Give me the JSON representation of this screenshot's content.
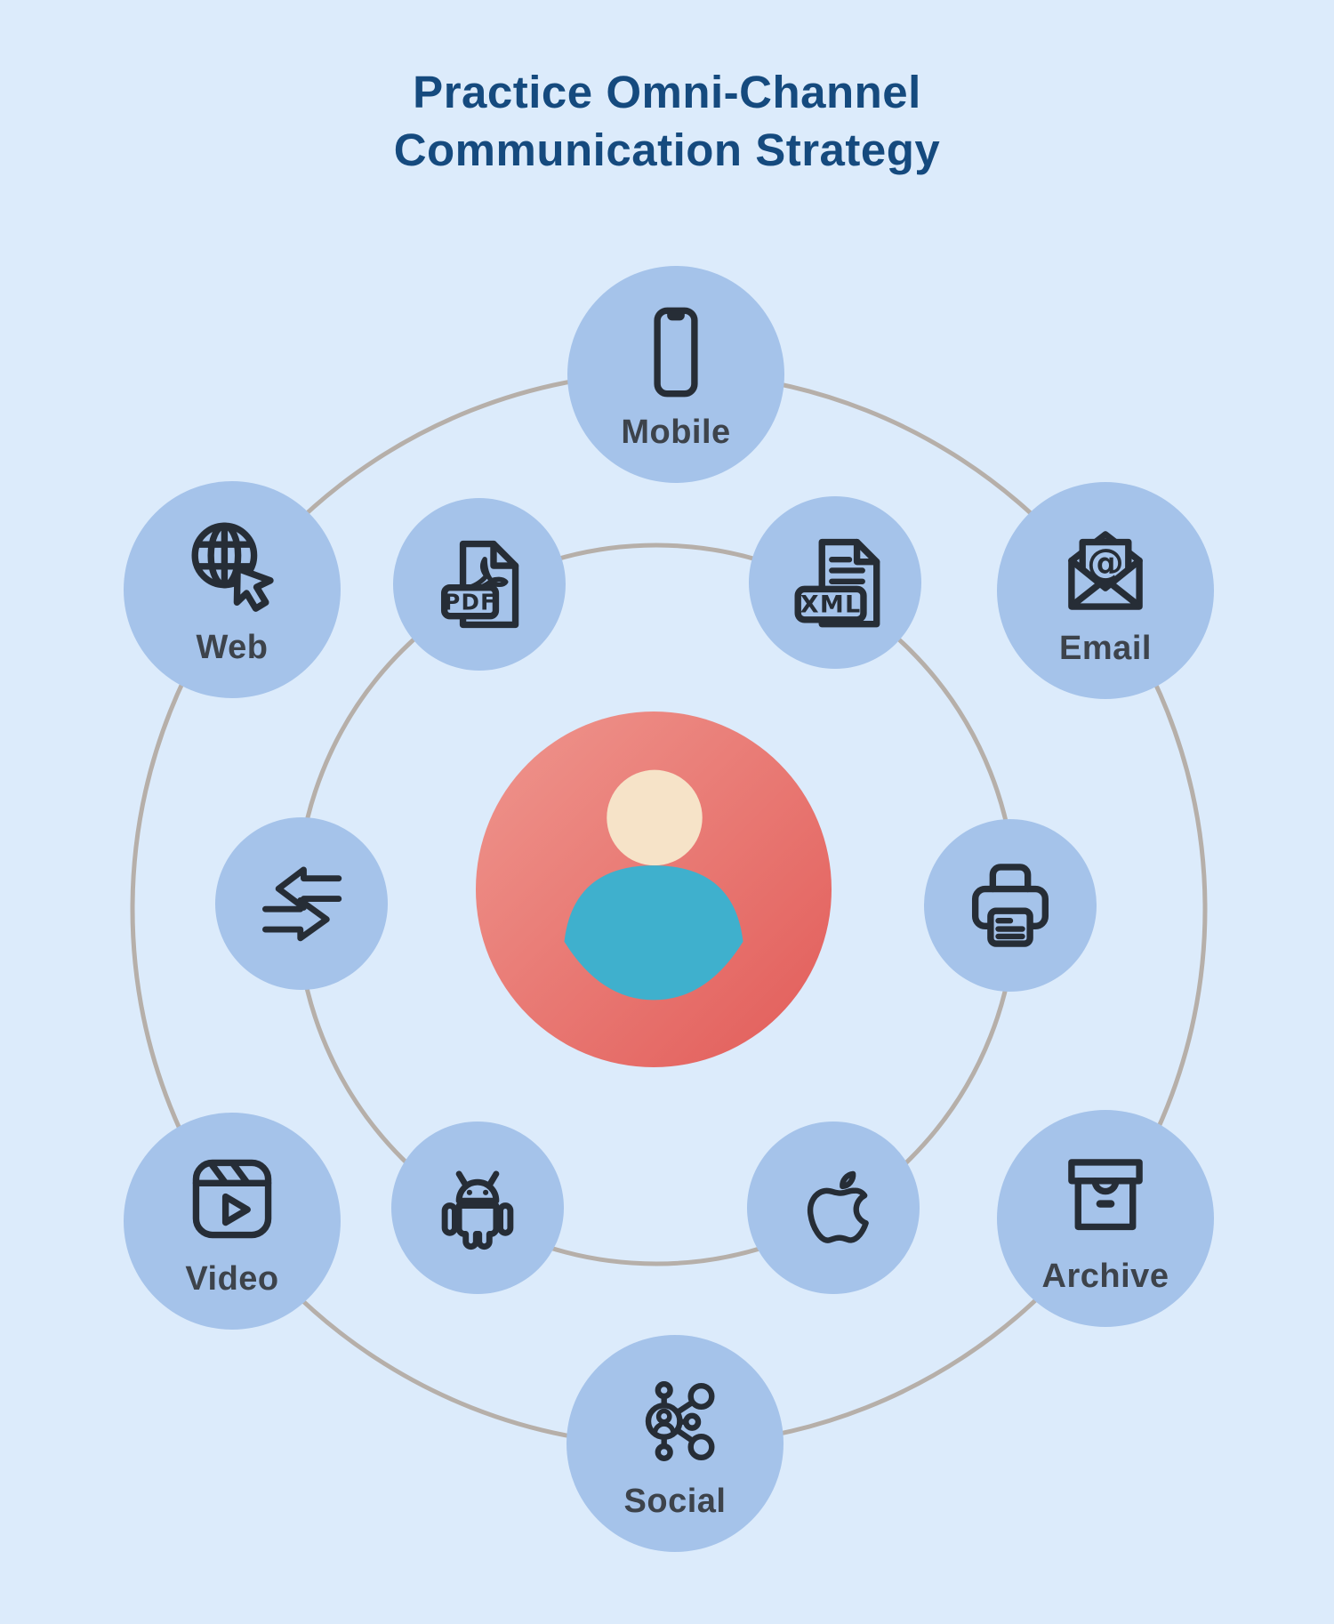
{
  "title": {
    "line1": "Practice Omni-Channel",
    "line2": "Communication Strategy"
  },
  "hub": {
    "icon": "person-avatar-icon"
  },
  "outer_nodes": [
    {
      "id": "mobile",
      "icon": "smartphone-icon",
      "label": "Mobile"
    },
    {
      "id": "web",
      "icon": "globe-cursor-icon",
      "label": "Web"
    },
    {
      "id": "email",
      "icon": "open-email-icon",
      "label": "Email"
    },
    {
      "id": "video",
      "icon": "video-clapper-icon",
      "label": "Video"
    },
    {
      "id": "archive",
      "icon": "archive-box-icon",
      "label": "Archive"
    },
    {
      "id": "social",
      "icon": "social-share-icon",
      "label": "Social"
    }
  ],
  "inner_nodes": [
    {
      "id": "pdf",
      "icon": "pdf-file-icon",
      "badge": "PDF"
    },
    {
      "id": "xml",
      "icon": "xml-file-icon",
      "badge": "XML"
    },
    {
      "id": "transfer",
      "icon": "transfer-arrows-icon",
      "badge": ""
    },
    {
      "id": "printer",
      "icon": "printer-icon",
      "badge": ""
    },
    {
      "id": "android",
      "icon": "android-robot-icon",
      "badge": ""
    },
    {
      "id": "apple",
      "icon": "apple-logo-icon",
      "badge": ""
    }
  ],
  "colors": {
    "background": "#dcebfb",
    "node_fill": "#a5c3ea",
    "ring_stroke": "#b6afa9",
    "icon_stroke": "#262d36",
    "label_text": "#3d434b",
    "title_text": "#154a7e",
    "hub_gradient_start": "#ef968e",
    "hub_gradient_end": "#e25c59",
    "avatar_head": "#f6e3c8",
    "avatar_body": "#3fb0cd"
  }
}
